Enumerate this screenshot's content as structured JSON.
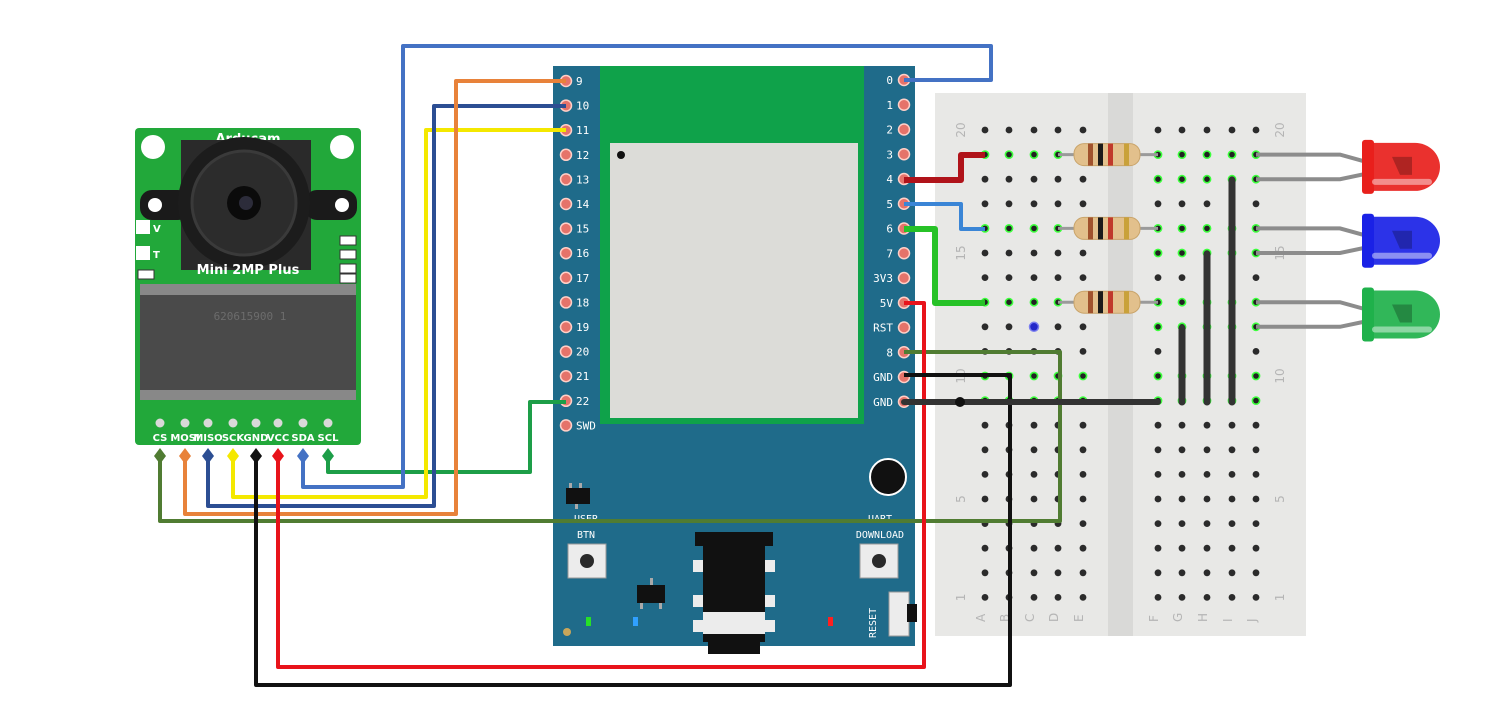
{
  "camera": {
    "brand": "Arducam",
    "model": "Mini 2MP Plus",
    "side_labels": [
      "V",
      "T"
    ],
    "pins": [
      "CS",
      "MOSI",
      "MISO",
      "SCK",
      "GND",
      "VCC",
      "SDA",
      "SCL"
    ],
    "chip_marking": "620615900 1"
  },
  "board": {
    "left_pins": [
      "9",
      "10",
      "11",
      "12",
      "13",
      "14",
      "15",
      "16",
      "17",
      "18",
      "19",
      "20",
      "21",
      "22",
      "SWD"
    ],
    "right_pins": [
      "0",
      "1",
      "2",
      "3",
      "4",
      "5",
      "6",
      "7",
      "3V3",
      "5V",
      "RST",
      "8",
      "GND",
      "GND"
    ],
    "user_label": "USER",
    "btn_label": "BTN",
    "uart_label": "UART",
    "download_label": "DOWNLOAD",
    "reset_label": "RESET"
  },
  "breadboard": {
    "columns": [
      "A",
      "B",
      "C",
      "D",
      "E",
      "F",
      "G",
      "H",
      "I",
      "J"
    ],
    "row_numbers": [
      "20",
      "15",
      "10",
      "5",
      "1"
    ]
  },
  "leds": [
    {
      "name": "red-led",
      "color": "#e8201c"
    },
    {
      "name": "blue-led",
      "color": "#1a22e6"
    },
    {
      "name": "green-led",
      "color": "#1fb14b"
    }
  ],
  "colors": {
    "board_blue": "#1f6b8a",
    "module_green": "#0fa24a",
    "shield_gray": "#dcdcd8",
    "pcb_green": "#22a83a",
    "breadboard": "#e8e8e6"
  }
}
